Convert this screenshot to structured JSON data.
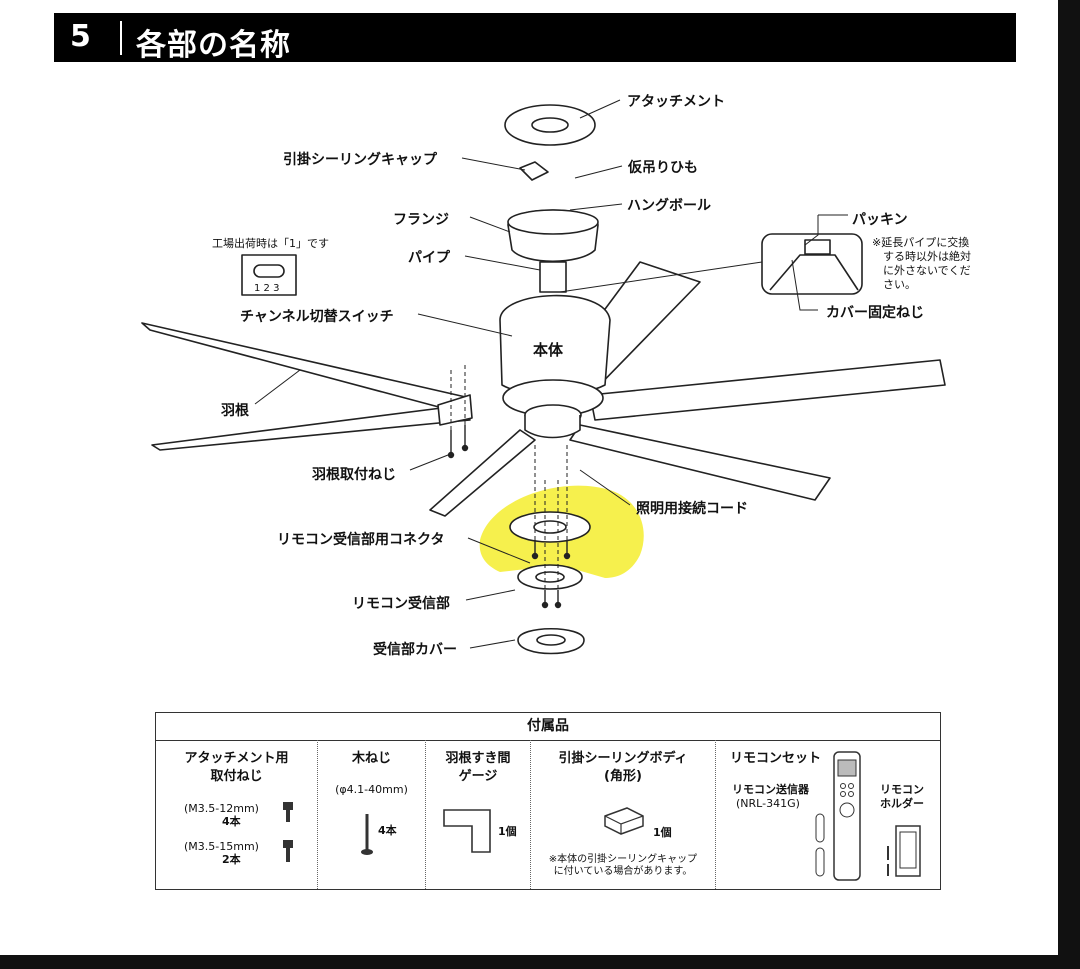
{
  "header": {
    "number": "5",
    "title": "各部の名称"
  },
  "parts": {
    "attachment": "アタッチメント",
    "hook_ceiling_cap": "引掛シーリングキャップ",
    "temp_string": "仮吊りひも",
    "hang_ball": "ハングボール",
    "flange": "フランジ",
    "pipe": "パイプ",
    "factory_note": "工場出荷時は「1」です",
    "switch_positions": "1 2 3",
    "channel_switch": "チャンネル切替スイッチ",
    "main_body": "本体",
    "blade": "羽根",
    "blade_screw": "羽根取付ねじ",
    "light_cord": "照明用接続コード",
    "receiver_connector": "リモコン受信部用コネクタ",
    "receiver": "リモコン受信部",
    "receiver_cover": "受信部カバー",
    "packing": "パッキン",
    "extension_note": [
      "※延長パイプに交換",
      "する時以外は絶対",
      "に外さないでくだ",
      "さい。"
    ],
    "cover_screw": "カバー固定ねじ"
  },
  "accessories": {
    "title": "付属品",
    "attach_screw": {
      "title": [
        "アタッチメント用",
        "取付ねじ"
      ],
      "spec1": "(M3.5-12mm)",
      "qty1": "4本",
      "spec2": "(M3.5-15mm)",
      "qty2": "2本"
    },
    "wood_screw": {
      "title": "木ねじ",
      "spec": "(φ4.1-40mm)",
      "qty": "4本"
    },
    "gauge": {
      "title": [
        "羽根すき間",
        "ゲージ"
      ],
      "qty": "1個"
    },
    "ceiling_body": {
      "title": [
        "引掛シーリングボディ",
        "(角形)"
      ],
      "qty": "1個",
      "note": [
        "※本体の引掛シーリングキャップ",
        "に付いている場合があります。"
      ]
    },
    "remote_set": {
      "title": "リモコンセット",
      "transmitter": "リモコン送信器",
      "model": "(NRL-341G)",
      "holder": [
        "リモコン",
        "ホルダー"
      ]
    }
  },
  "colors": {
    "header_bg": "#000000",
    "highlight": "#f5ee3a",
    "line": "#222222"
  }
}
